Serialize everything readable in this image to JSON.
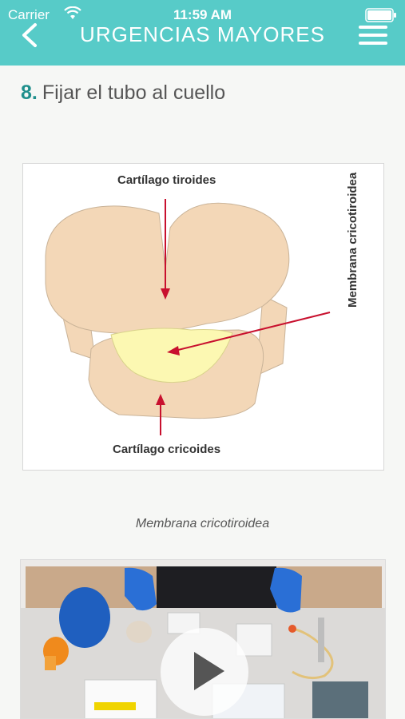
{
  "status_bar": {
    "carrier": "Carrier",
    "time": "11:59 AM"
  },
  "nav": {
    "title": "URGENCIAS MAYORES",
    "back_icon": "chevron-left-icon",
    "menu_icon": "hamburger-menu-icon"
  },
  "step": {
    "number": "8.",
    "title": "Fijar el tubo al cuello"
  },
  "figure": {
    "labels": {
      "top": "Cartílago tiroides",
      "bottom": "Cartílago cricoides",
      "side": "Membrana cricotiroidea"
    },
    "caption": "Membrana cricotiroidea"
  },
  "video": {
    "play_icon": "play-icon"
  },
  "colors": {
    "accent": "#57cbc8",
    "step_number": "#1f8f8c",
    "cartilage": "#f3d7b7",
    "membrane": "#fcf8b2",
    "arrow": "#c8102e"
  }
}
